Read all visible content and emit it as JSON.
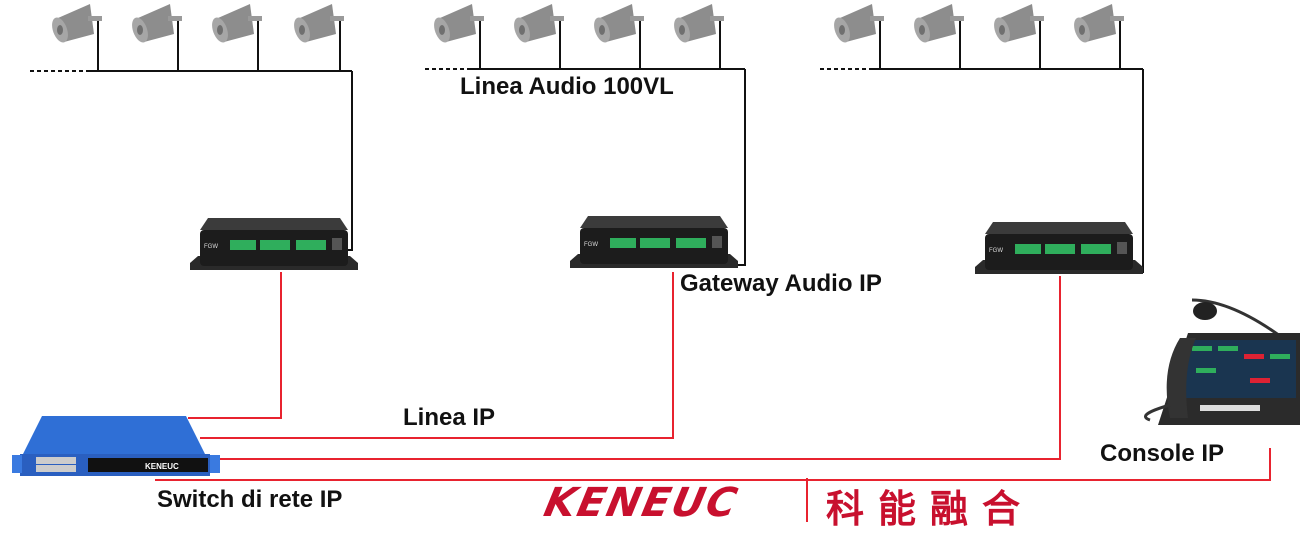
{
  "labels": {
    "audio_line": "Linea Audio 100VL",
    "gateway": "Gateway Audio IP",
    "ip_line": "Linea IP",
    "switch": "Switch di rete IP",
    "console": "Console IP"
  },
  "logo": {
    "brand": "KENEUC",
    "chinese": "科能融合"
  },
  "colors": {
    "audio_line": "#111111",
    "ip_line": "#e8232f",
    "switch": "#2a63c9",
    "logo": "#c8102e"
  },
  "icons": [
    "horn-speaker-icon",
    "audio-gateway-device",
    "network-switch-device",
    "ip-console-phone"
  ]
}
